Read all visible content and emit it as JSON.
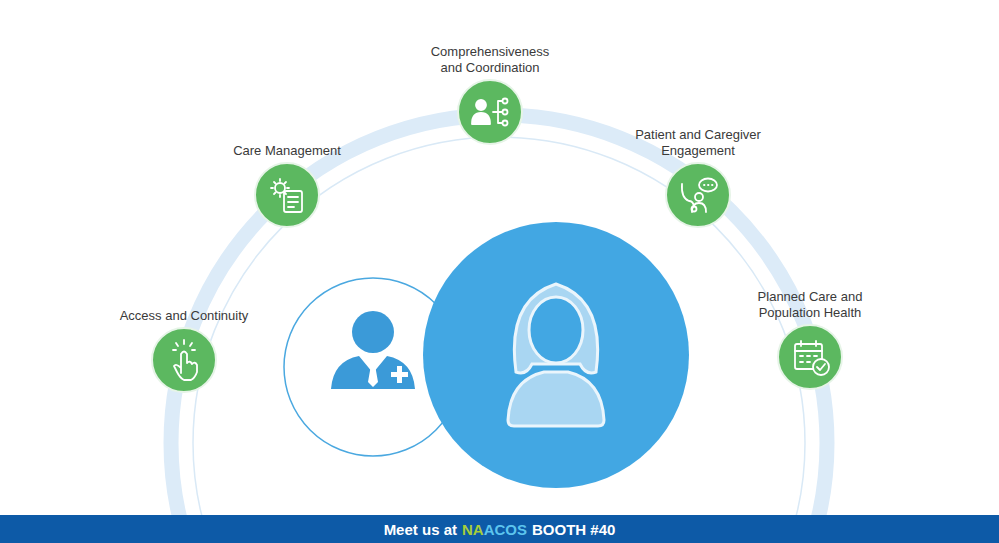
{
  "diagram": {
    "nodes": [
      {
        "text": [
          "Access and Continuity"
        ]
      },
      {
        "text": [
          "Care Management"
        ]
      },
      {
        "text": [
          "Comprehensiveness and Coordination"
        ]
      },
      {
        "text": [
          "Patient and Caregiver Engagement"
        ]
      },
      {
        "text": [
          "Planned Care and Population Health"
        ]
      }
    ],
    "labels": [
      "Meet us at",
      "NA",
      "ACOS",
      "BOOTH #40"
    ]
  }
}
